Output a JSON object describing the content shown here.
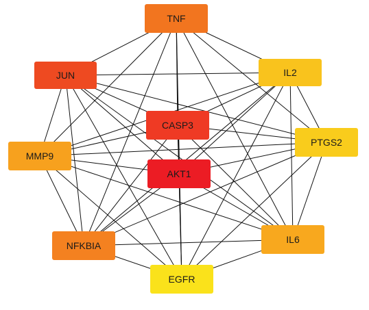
{
  "nodes": [
    {
      "id": "TNF",
      "label": "TNF",
      "color": "#F2751F"
    },
    {
      "id": "JUN",
      "label": "JUN",
      "color": "#EE4A21"
    },
    {
      "id": "IL2",
      "label": "IL2",
      "color": "#F9C31D"
    },
    {
      "id": "CASP3",
      "label": "CASP3",
      "color": "#EF3A24"
    },
    {
      "id": "MMP9",
      "label": "MMP9",
      "color": "#F7A11E"
    },
    {
      "id": "PTGS2",
      "label": "PTGS2",
      "color": "#F9CC1C"
    },
    {
      "id": "AKT1",
      "label": "AKT1",
      "color": "#EC1C24"
    },
    {
      "id": "NFKBIA",
      "label": "NFKBIA",
      "color": "#F48120"
    },
    {
      "id": "IL6",
      "label": "IL6",
      "color": "#F8A81E"
    },
    {
      "id": "EGFR",
      "label": "EGFR",
      "color": "#FAE21B"
    }
  ],
  "edges": [
    [
      "TNF",
      "JUN"
    ],
    [
      "TNF",
      "IL2"
    ],
    [
      "TNF",
      "CASP3"
    ],
    [
      "TNF",
      "MMP9"
    ],
    [
      "TNF",
      "PTGS2"
    ],
    [
      "TNF",
      "AKT1"
    ],
    [
      "TNF",
      "NFKBIA"
    ],
    [
      "TNF",
      "IL6"
    ],
    [
      "TNF",
      "EGFR"
    ],
    [
      "JUN",
      "IL2"
    ],
    [
      "JUN",
      "CASP3"
    ],
    [
      "JUN",
      "MMP9"
    ],
    [
      "JUN",
      "PTGS2"
    ],
    [
      "JUN",
      "AKT1"
    ],
    [
      "JUN",
      "NFKBIA"
    ],
    [
      "JUN",
      "IL6"
    ],
    [
      "JUN",
      "EGFR"
    ],
    [
      "IL2",
      "CASP3"
    ],
    [
      "IL2",
      "MMP9"
    ],
    [
      "IL2",
      "PTGS2"
    ],
    [
      "IL2",
      "AKT1"
    ],
    [
      "IL2",
      "NFKBIA"
    ],
    [
      "IL2",
      "IL6"
    ],
    [
      "IL2",
      "EGFR"
    ],
    [
      "CASP3",
      "MMP9"
    ],
    [
      "CASP3",
      "PTGS2"
    ],
    [
      "CASP3",
      "AKT1"
    ],
    [
      "CASP3",
      "NFKBIA"
    ],
    [
      "CASP3",
      "IL6"
    ],
    [
      "CASP3",
      "EGFR"
    ],
    [
      "MMP9",
      "PTGS2"
    ],
    [
      "MMP9",
      "AKT1"
    ],
    [
      "MMP9",
      "NFKBIA"
    ],
    [
      "MMP9",
      "IL6"
    ],
    [
      "MMP9",
      "EGFR"
    ],
    [
      "PTGS2",
      "AKT1"
    ],
    [
      "PTGS2",
      "NFKBIA"
    ],
    [
      "PTGS2",
      "IL6"
    ],
    [
      "PTGS2",
      "EGFR"
    ],
    [
      "AKT1",
      "NFKBIA"
    ],
    [
      "AKT1",
      "IL6"
    ],
    [
      "AKT1",
      "EGFR"
    ],
    [
      "NFKBIA",
      "IL6"
    ],
    [
      "NFKBIA",
      "EGFR"
    ],
    [
      "IL6",
      "EGFR"
    ]
  ]
}
